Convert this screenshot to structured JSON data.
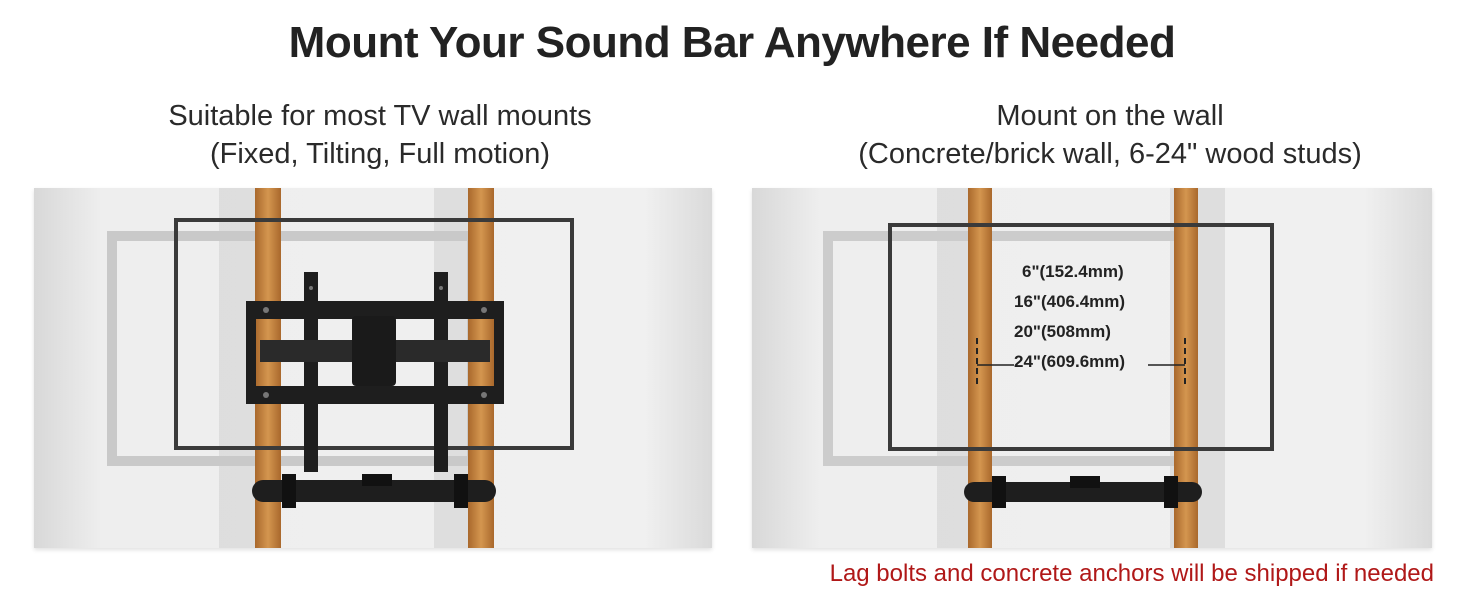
{
  "title": "Mount Your Sound Bar Anywhere If Needed",
  "left": {
    "heading_line1": "Suitable for most TV wall mounts",
    "heading_line2": "(Fixed, Tilting, Full motion)"
  },
  "right": {
    "heading_line1": "Mount on the wall",
    "heading_line2": "(Concrete/brick wall, 6-24\" wood studs)",
    "measurements": [
      "6\"(152.4mm)",
      "16\"(406.4mm)",
      "20\"(508mm)",
      "24\"(609.6mm)"
    ]
  },
  "note": "Lag bolts and concrete anchors will be shipped if needed",
  "colors": {
    "title": "#222222",
    "note": "#b01818",
    "wood_stud": "#c98a45",
    "mount_black": "#1e1e1e",
    "tv_outline": "#3a3a3a"
  }
}
